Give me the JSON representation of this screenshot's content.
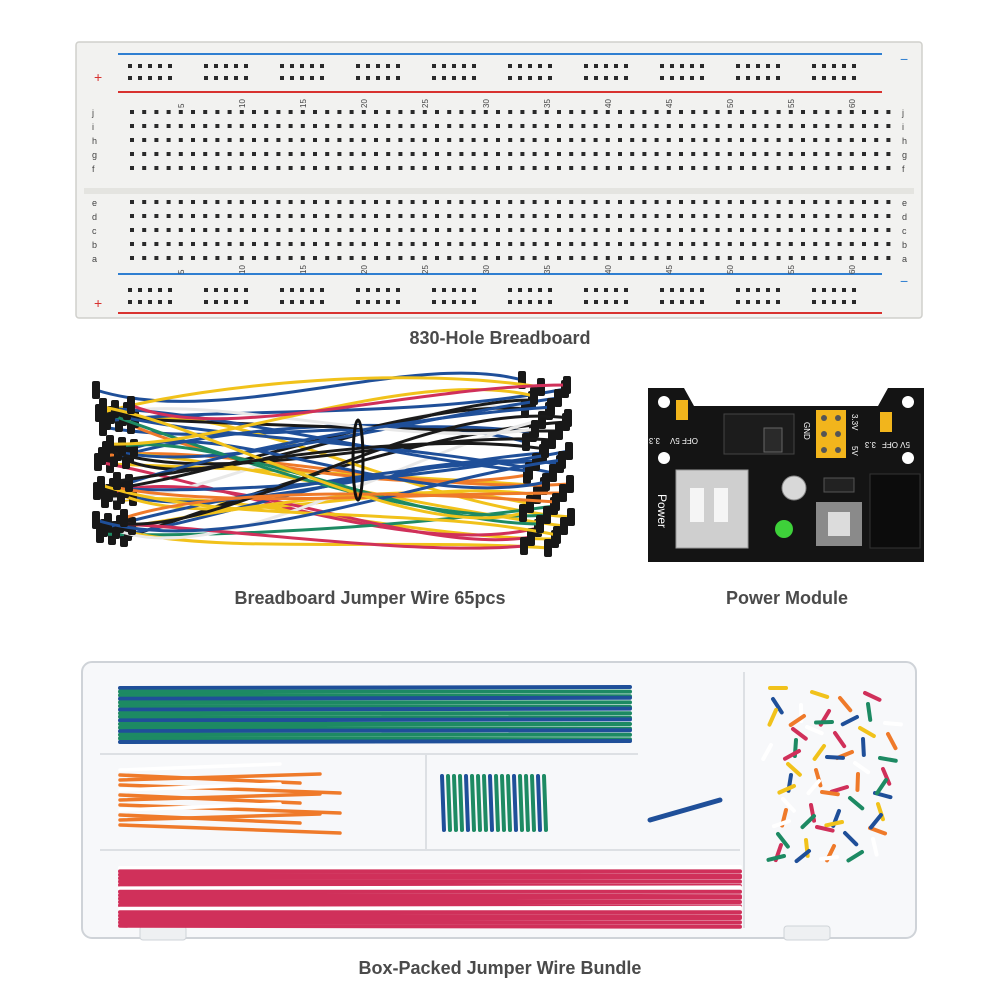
{
  "products": {
    "breadboard": {
      "caption": "830-Hole Breadboard",
      "column_numbers": [
        "5",
        "10",
        "15",
        "20",
        "25",
        "30",
        "35",
        "40",
        "45",
        "50",
        "55",
        "60"
      ],
      "row_letters_top": [
        "j",
        "i",
        "h",
        "g",
        "f"
      ],
      "row_letters_bottom": [
        "e",
        "d",
        "c",
        "b",
        "a"
      ],
      "rail_plus": "+",
      "rail_minus": "−"
    },
    "jumper_wire": {
      "caption": "Breadboard Jumper Wire 65pcs"
    },
    "power_module": {
      "caption": "Power Module",
      "silkscreen": {
        "power_label": "Power",
        "left_pins": "OFF 5V",
        "left_voltage": "3.3",
        "right_pins": "5V OFF",
        "right_voltage": "3.3",
        "gnd": "GND",
        "v33": "3.3V",
        "v5": "5V"
      }
    },
    "wire_box": {
      "caption": "Box-Packed Jumper Wire Bundle"
    }
  },
  "colors": {
    "breadboard_body": "#f2f2f0",
    "rail_red": "#d8322f",
    "rail_blue": "#2f7fd1",
    "pcb": "#141414",
    "jumper_header": "#f2b51c",
    "led_green": "#3ed13a",
    "wire_green": "#1d8a63",
    "wire_blue": "#1f4f99",
    "wire_red": "#d0305a",
    "wire_orange": "#ef7a2a",
    "wire_yellow": "#f1c21b"
  }
}
